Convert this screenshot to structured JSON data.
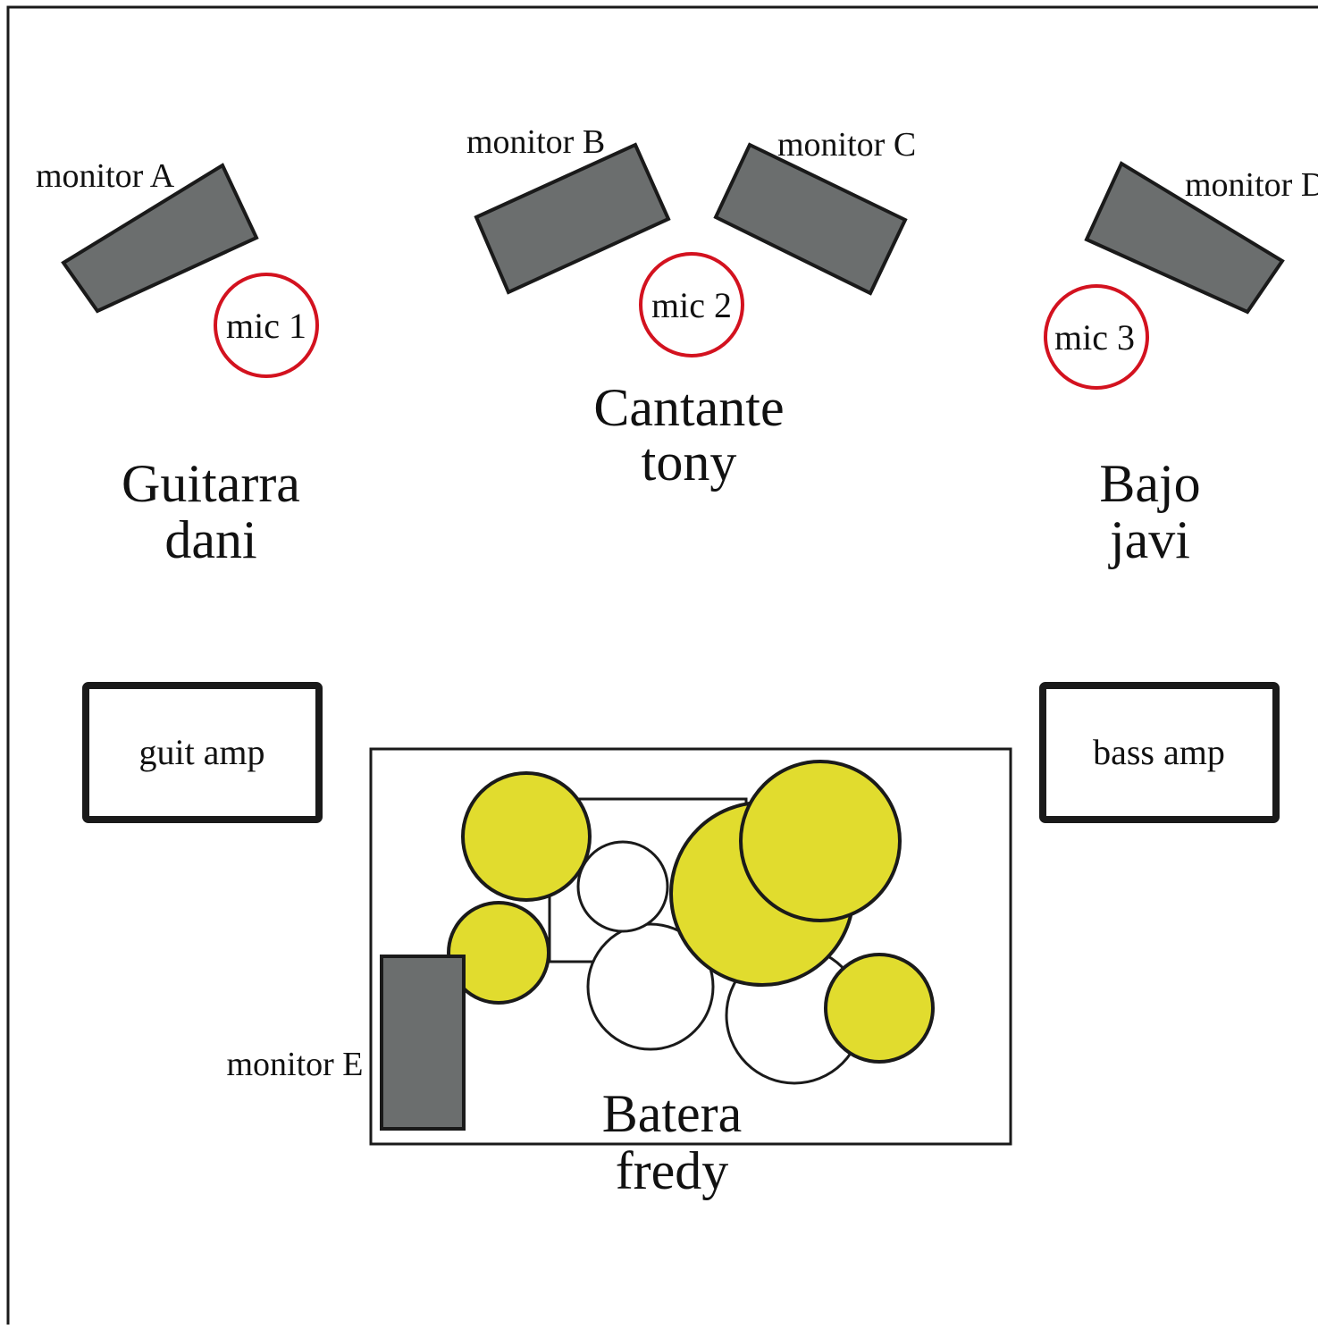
{
  "colors": {
    "monitor_fill": "#6b6e6e",
    "cymbal_fill": "#e1dc2e",
    "mic_ring": "#d3121f",
    "stroke": "#1a1a1a",
    "background": "#ffffff"
  },
  "monitors": {
    "a": "monitor A",
    "b": "monitor B",
    "c": "monitor C",
    "d": "monitor D",
    "e": "monitor E"
  },
  "mics": {
    "m1": "mic 1",
    "m2": "mic 2",
    "m3": "mic 3"
  },
  "musicians": {
    "singer": {
      "role": "Cantante",
      "name": "tony"
    },
    "guitar": {
      "role": "Guitarra",
      "name": "dani"
    },
    "bass": {
      "role": "Bajo",
      "name": "javi"
    },
    "drums": {
      "role": "Batera",
      "name": "fredy"
    }
  },
  "amps": {
    "guitar": "guit amp",
    "bass": "bass amp"
  }
}
